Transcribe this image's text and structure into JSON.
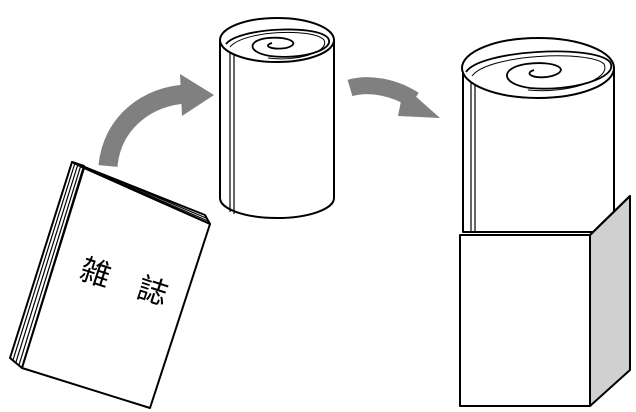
{
  "magazine": {
    "label": "雑　誌"
  },
  "colors": {
    "line": "#000000",
    "paper": "#ffffff",
    "arrow": "#808080",
    "box_side": "#d0d0d0"
  },
  "steps": [
    {
      "name": "magazine",
      "description_icon": "book-icon"
    },
    {
      "name": "rolled-magazine",
      "description_icon": "rolled-cylinder-icon"
    },
    {
      "name": "rolled-magazine-in-box",
      "description_icon": "box-with-roll-icon"
    }
  ]
}
